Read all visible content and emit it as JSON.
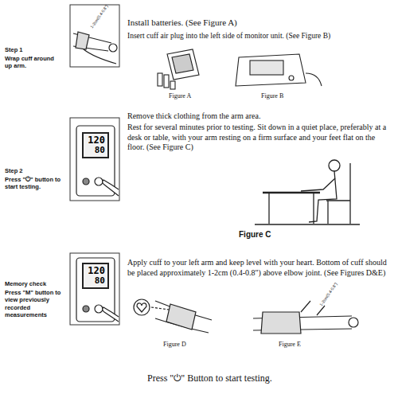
{
  "diagram": {
    "nodes": [
      {
        "text": [
          "120",
          "80"
        ]
      },
      {
        "text": [
          "120",
          "80"
        ]
      }
    ],
    "labels": [
      "Step 1",
      "Wrap cuff around up arm.",
      "Install batteries. (See Figure A)",
      "Insert cuff air plug into the left side of monitor unit. (See Figure B)",
      "1-2cm(0.4-0.8\")",
      "Figure A",
      "Figure B",
      "Remove thick clothing from the arm area.",
      "Rest for several minutes prior to testing. Sit down in a quiet place, preferably at a desk or table, with your arm resting on a firm surface and your feet flat on the floor. (See Figure C)",
      "Step 2",
      "Press \"⏻\" button to start testing.",
      "Figure C",
      "Memory check",
      "Press \"M\" button to view previously recorded measurements",
      "Apply cuff to your left arm and keep level with your heart. Bottom of cuff should be placed approximately 1-2cm (0.4-0.8\") above elbow joint. (See Figures D&E)",
      "1-2cm(0.4-0.8\")",
      "Figure D",
      "Figure E",
      "Press \"⏻\" Button to start testing."
    ]
  }
}
